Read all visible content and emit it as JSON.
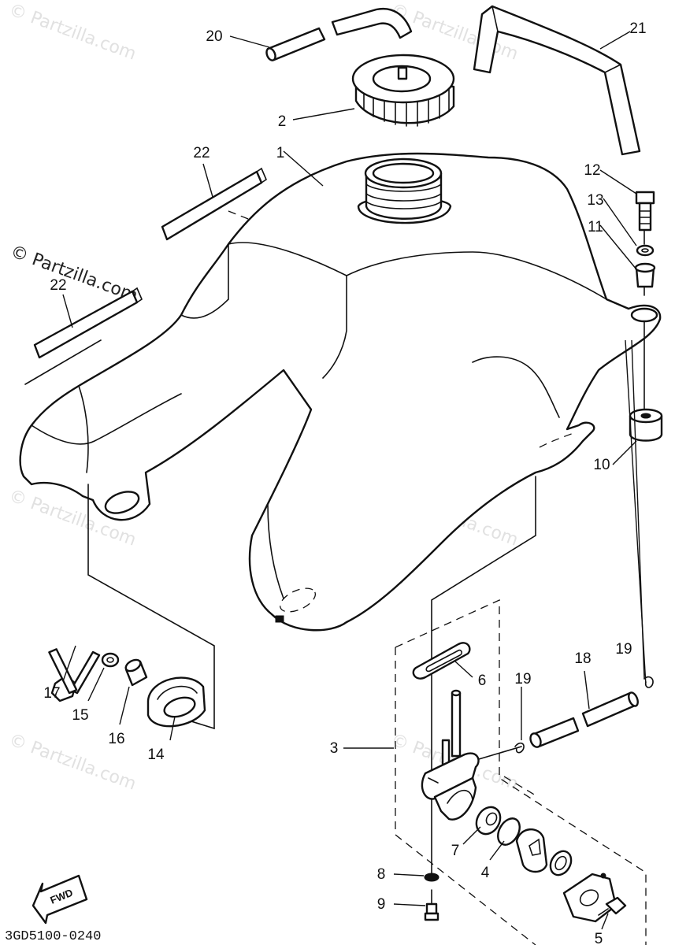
{
  "diagram": {
    "drawing_code": "3GD5100-0240",
    "fwd_label": "FWD",
    "watermark": "© Partzilla.com",
    "callouts": {
      "p1": "1",
      "p2": "2",
      "p3": "3",
      "p4": "4",
      "p5": "5",
      "p6": "6",
      "p7": "7",
      "p8": "8",
      "p9": "9",
      "p10": "10",
      "p11": "11",
      "p12": "12",
      "p13": "13",
      "p14": "14",
      "p15": "15",
      "p16": "16",
      "p17": "17",
      "p18": "18",
      "p19a": "19",
      "p19b": "19",
      "p20": "20",
      "p21": "21",
      "p22a": "22",
      "p22b": "22"
    }
  }
}
